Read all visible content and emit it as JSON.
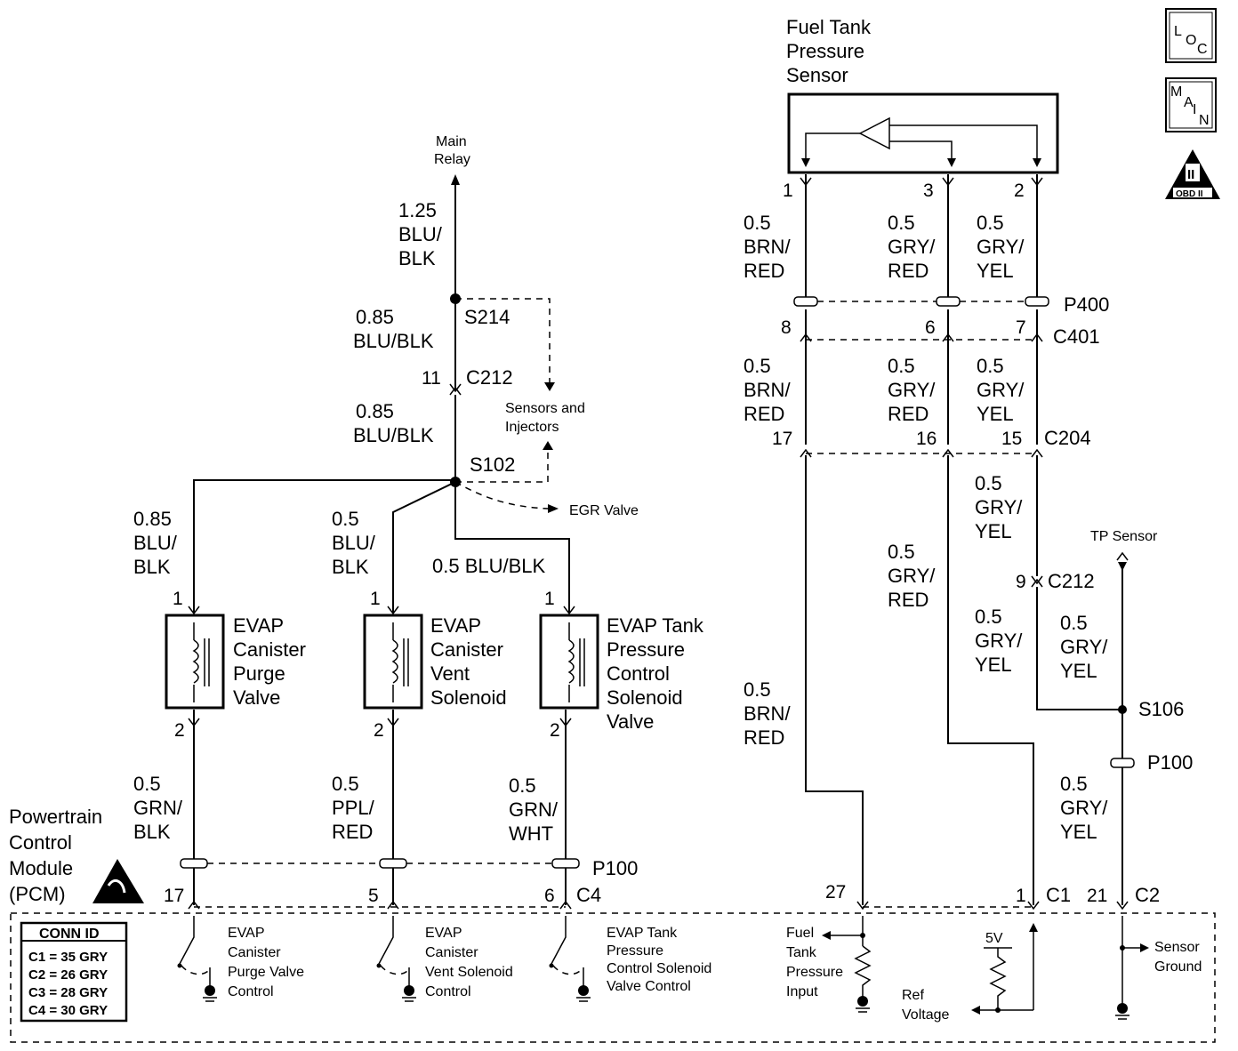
{
  "top": {
    "fuel_tank_sensor": [
      "Fuel Tank",
      "Pressure",
      "Sensor"
    ],
    "loc_icon": "LOC",
    "main_icon": "MAIN",
    "obd_icon_numeral": "II",
    "obd_icon_label": "OBD II"
  },
  "labels": {
    "main_relay": [
      "Main",
      "Relay"
    ],
    "sensors_injectors": [
      "Sensors and",
      "Injectors"
    ],
    "egr_valve": "EGR Valve",
    "tp_sensor": "TP Sensor",
    "pcm": [
      "Powertrain",
      "Control",
      "Module",
      "(PCM)"
    ]
  },
  "splices": {
    "s214": "S214",
    "s102": "S102",
    "s106": "S106"
  },
  "connectors": {
    "c212": "C212",
    "c212_pin": "11",
    "c212b": "C212",
    "c212b_pin": "9",
    "p400": "P400",
    "c401": "C401",
    "c204": "C204",
    "p100_left": "P100",
    "p100_right": "P100",
    "c4": "C4",
    "c1": "C1",
    "c2": "C2"
  },
  "wires": {
    "main_feed": [
      "1.25",
      "BLU/",
      "BLK"
    ],
    "s214_c212": [
      "0.85",
      "BLU/BLK"
    ],
    "c212_s102": [
      "0.85",
      "BLU/BLK"
    ],
    "purge_feed": [
      "0.85",
      "BLU/",
      "BLK"
    ],
    "vent_feed": [
      "0.5",
      "BLU/",
      "BLK"
    ],
    "tank_feed": "0.5 BLU/BLK",
    "purge_ctrl": [
      "0.5",
      "GRN/",
      "BLK"
    ],
    "vent_ctrl": [
      "0.5",
      "PPL/",
      "RED"
    ],
    "tank_ctrl": [
      "0.5",
      "GRN/",
      "WHT"
    ],
    "brn_red_1": [
      "0.5",
      "BRN/",
      "RED"
    ],
    "brn_red_2": [
      "0.5",
      "BRN/",
      "RED"
    ],
    "brn_red_3": [
      "0.5",
      "BRN/",
      "RED"
    ],
    "gry_red_1": [
      "0.5",
      "GRY/",
      "RED"
    ],
    "gry_red_2": [
      "0.5",
      "GRY/",
      "RED"
    ],
    "gry_red_3": [
      "0.5",
      "GRY/",
      "RED"
    ],
    "gry_yel_1": [
      "0.5",
      "GRY/",
      "YEL"
    ],
    "gry_yel_2": [
      "0.5",
      "GRY/",
      "YEL"
    ],
    "gry_yel_3": [
      "0.5",
      "GRY/",
      "YEL"
    ],
    "gry_yel_4": [
      "0.5",
      "GRY/",
      "YEL"
    ],
    "gry_yel_5": [
      "0.5",
      "GRY/",
      "YEL"
    ],
    "gry_yel_6": [
      "0.5",
      "GRY/",
      "YEL"
    ]
  },
  "sensor_pins": {
    "p1": "1",
    "p3": "3",
    "p2": "2"
  },
  "p400_pins": {
    "p8": "8",
    "p6": "6",
    "p7": "7"
  },
  "c204_pins": {
    "p17": "17",
    "p16": "16",
    "p15": "15"
  },
  "components": {
    "purge_valve": {
      "name": [
        "EVAP",
        "Canister",
        "Purge",
        "Valve"
      ],
      "pin_top": "1",
      "pin_bottom": "2"
    },
    "vent_solenoid": {
      "name": [
        "EVAP",
        "Canister",
        "Vent",
        "Solenoid"
      ],
      "pin_top": "1",
      "pin_bottom": "2"
    },
    "tank_solenoid": {
      "name": [
        "EVAP Tank",
        "Pressure",
        "Control",
        "Solenoid",
        "Valve"
      ],
      "pin_top": "1",
      "pin_bottom": "2"
    }
  },
  "pcm_pins": {
    "purge": "17",
    "vent": "5",
    "tank": "6",
    "fuel_input": "27",
    "ref": "1",
    "ground": "21"
  },
  "pcm_internal": {
    "purge_ctrl": [
      "EVAP",
      "Canister",
      "Purge Valve",
      "Control"
    ],
    "vent_ctrl": [
      "EVAP",
      "Canister",
      "Vent Solenoid",
      "Control"
    ],
    "tank_ctrl": [
      "EVAP Tank",
      "Pressure",
      "Control Solenoid",
      "Valve Control"
    ],
    "fuel_input": [
      "Fuel",
      "Tank",
      "Pressure",
      "Input"
    ],
    "ref_voltage": [
      "Ref",
      "Voltage"
    ],
    "five_v": "5V",
    "sensor_ground": [
      "Sensor",
      "Ground"
    ]
  },
  "conn_id": {
    "title": "CONN ID",
    "rows": [
      "C1 = 35 GRY",
      "C2 = 26 GRY",
      "C3 = 28 GRY",
      "C4 = 30 GRY"
    ]
  }
}
